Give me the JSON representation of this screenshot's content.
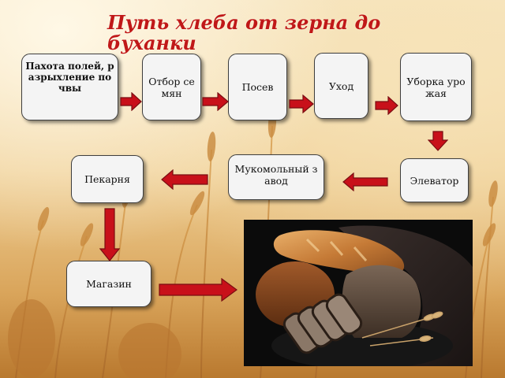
{
  "slide": {
    "title": "Путь хлеба от зерна до буханки"
  },
  "steps": [
    {
      "id": "plowing",
      "label": "Пахота полей, разрыхление почвы"
    },
    {
      "id": "seed-selection",
      "label": "Отбор семян"
    },
    {
      "id": "sowing",
      "label": "Посев"
    },
    {
      "id": "care",
      "label": "Уход"
    },
    {
      "id": "harvest",
      "label": "Уборка урожая"
    },
    {
      "id": "elevator",
      "label": "Элеватор"
    },
    {
      "id": "flour-mill",
      "label": "Мукомольный завод"
    },
    {
      "id": "bakery",
      "label": "Пекарня"
    },
    {
      "id": "shop",
      "label": "Магазин"
    }
  ],
  "colors": {
    "title": "#c01818",
    "arrow": "#c8101a",
    "box_fill": "#f4f4f4",
    "box_border": "#3f3f3f"
  },
  "photo": {
    "subject": "bread-loaves-photo"
  }
}
